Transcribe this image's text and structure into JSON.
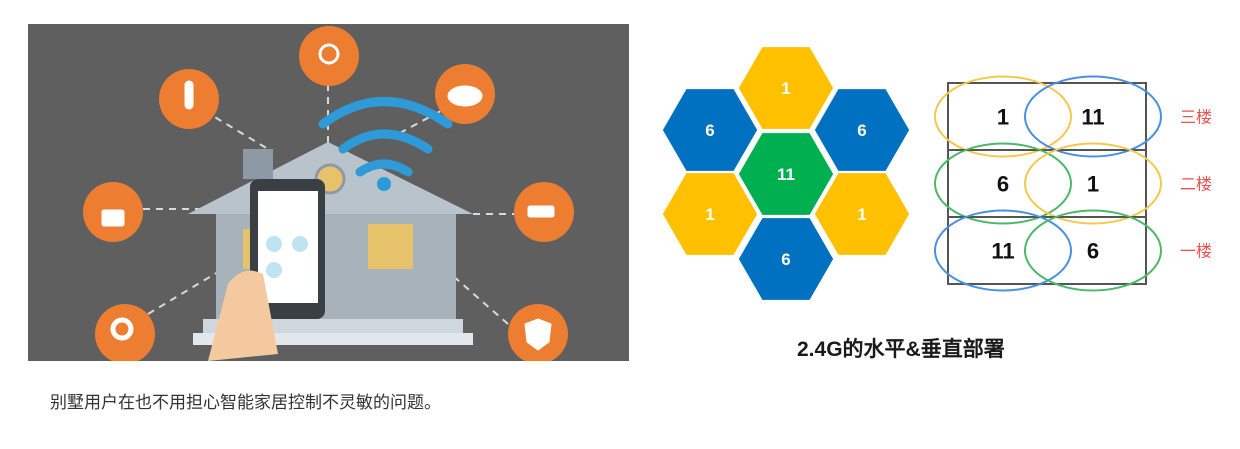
{
  "hex_diagram": {
    "cells": [
      {
        "label": "1",
        "color": "#FFC000"
      },
      {
        "label": "6",
        "color": "#0070C0"
      },
      {
        "label": "6",
        "color": "#0070C0"
      },
      {
        "label": "11",
        "color": "#00B050"
      },
      {
        "label": "1",
        "color": "#FFC000"
      },
      {
        "label": "1",
        "color": "#FFC000"
      },
      {
        "label": "6",
        "color": "#0070C0"
      }
    ]
  },
  "floor_diagram": {
    "floors": [
      {
        "name": "三楼",
        "left": "1",
        "right": "11"
      },
      {
        "name": "二楼",
        "left": "6",
        "right": "1"
      },
      {
        "name": "一楼",
        "left": "11",
        "right": "6"
      }
    ],
    "floor_label_color": "#F05050"
  },
  "caption": "2.4G的水平&垂直部署",
  "bottom_text": "别墅用户在也不用担心智能家居控制不灵敏的问题。"
}
